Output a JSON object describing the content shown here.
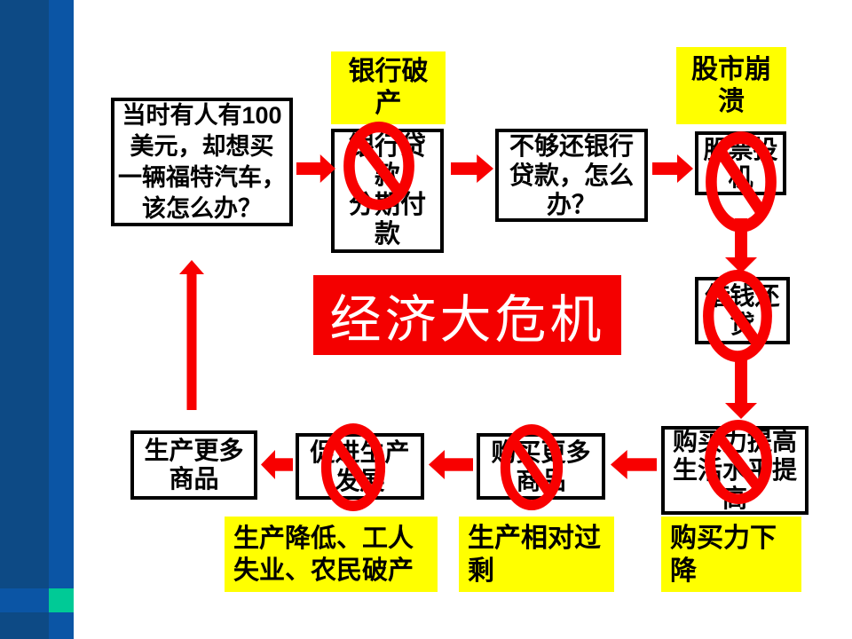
{
  "slide": {
    "banner_title": "经济大危机",
    "colors": {
      "red": "#F40000",
      "yellow": "#FFFF00",
      "sidebar_dark_blue": "#0D4A85",
      "sidebar_light_blue": "#0B55A5",
      "sidebar_green": "#00CA96",
      "box_border": "#000000",
      "background": "#FFFFFF"
    }
  },
  "flow_boxes": {
    "start": "当时有人有100\n美元，却想买\n一辆福特汽车，\n该怎么办？",
    "bank_loan": "银行贷\n款\n分期付\n款",
    "not_enough": "不够还银行\n贷款，怎么\n办？",
    "stock_speculation": "股票投\n机",
    "borrow_to_repay": "借钱还\n贷",
    "purchasing_power_up": "购买力提高\n生活水平提\n高",
    "buy_more_goods": "购买更多\n商品",
    "promote_production": "促进生产\n发展",
    "produce_more_goods": "生产更多\n商品"
  },
  "highlight_labels": {
    "bank_bankruptcy": "银行破\n产",
    "stock_market_crash": "股市崩\n溃",
    "purchasing_power_down": "购买力下\n降",
    "relative_overproduction": "生产相对过\n剩",
    "production_decline": "生产降低、工人\n失业、农民破产"
  }
}
